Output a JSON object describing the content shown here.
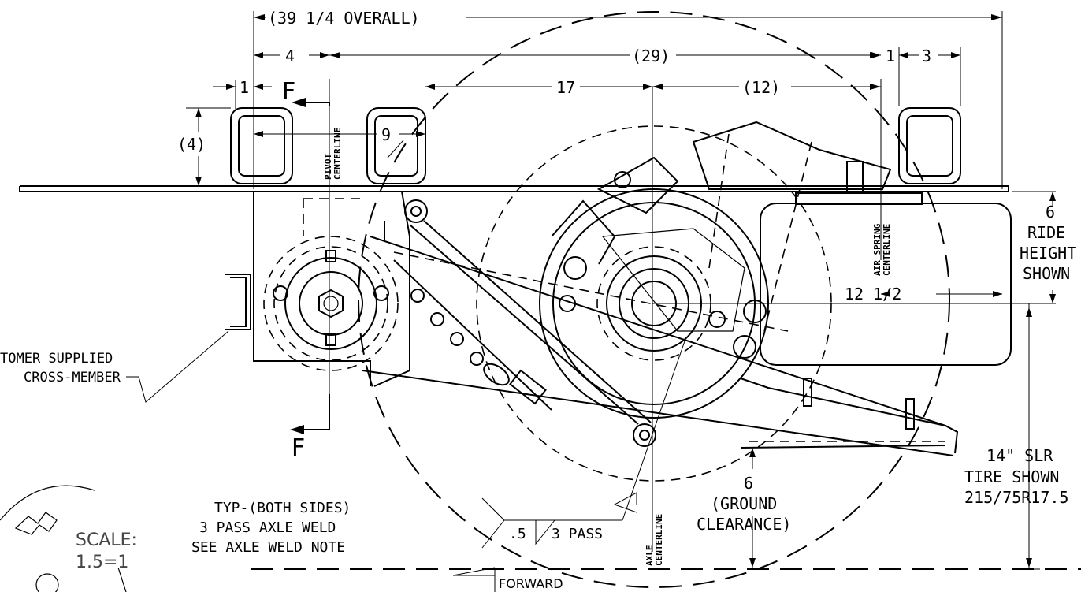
{
  "dimensions": {
    "overall": "(39 1/4 OVERALL)",
    "span_29": "(29)",
    "four": "4",
    "one_left": "1",
    "one_right": "1",
    "three": "3",
    "seventeen": "17",
    "twelve_paren": "(12)",
    "four_paren": "(4)",
    "nine": "9",
    "twelve_half": "12 1/2",
    "ride_height": [
      "6",
      "RIDE",
      "HEIGHT",
      "SHOWN"
    ],
    "ground_clearance": [
      "6",
      "(GROUND",
      "CLEARANCE)"
    ]
  },
  "section_markers": {
    "top": "F",
    "bottom": "F"
  },
  "centerlines": {
    "pivot": [
      "PIVOT",
      "CENTERLINE"
    ],
    "air_spring": [
      "AIR SPRING",
      "CENTERLINE"
    ],
    "axle": [
      "AXLE",
      "CENTERLINE"
    ]
  },
  "notes": {
    "cross_member": [
      "TOMER SUPPLIED",
      "CROSS-MEMBER"
    ],
    "weld": [
      "TYP-(BOTH SIDES)",
      "3 PASS AXLE WELD",
      "SEE AXLE WELD NOTE"
    ],
    "weld_symbol_size": ".5",
    "weld_symbol_pass": "3 PASS",
    "tire": [
      "14\" SLR",
      "TIRE SHOWN",
      "215/75R17.5"
    ],
    "forward": "FORWARD"
  },
  "scale": {
    "label": "SCALE:",
    "value": "1.5=1"
  },
  "colors": {
    "line": "#000000",
    "background": "#ffffff",
    "scale_text": "#444444"
  }
}
